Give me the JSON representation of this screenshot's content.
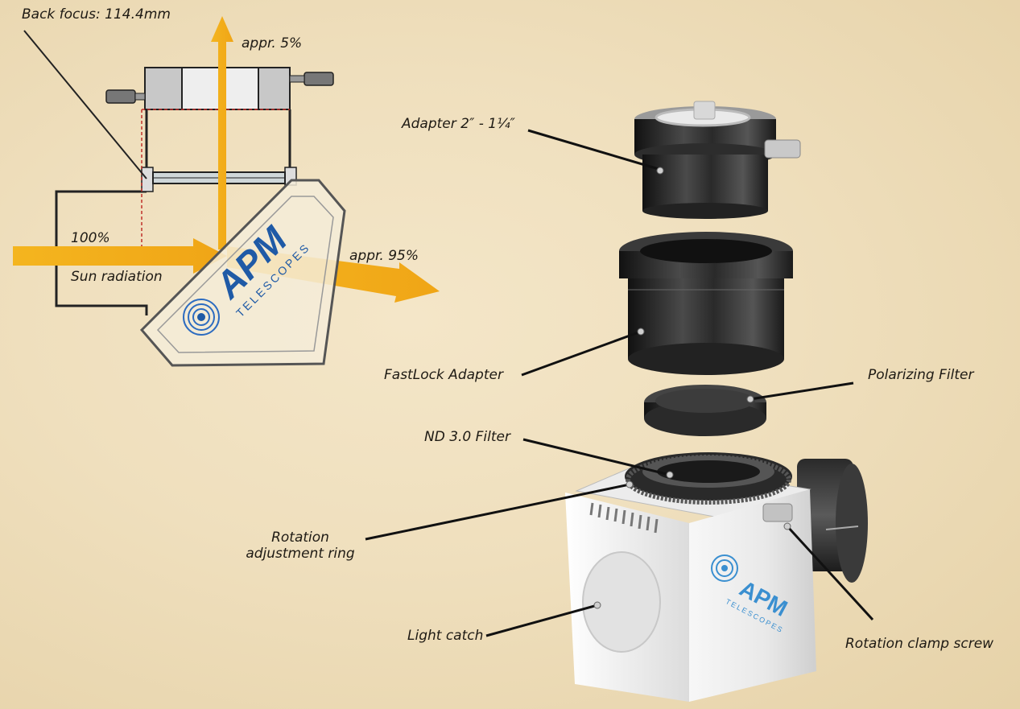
{
  "diagram": {
    "back_focus": "Back focus: 114.4mm",
    "reflected_pct": "appr. 5%",
    "transmitted_pct": "appr. 95%",
    "incoming_pct": "100%",
    "sun_radiation": "Sun radiation",
    "brand_name": "APM",
    "brand_sub": "TELESCOPES"
  },
  "callouts": {
    "adapter": "Adapter 2″ - 1¼″",
    "fastlock": "FastLock Adapter",
    "polarizing": "Polarizing Filter",
    "nd_filter": "ND 3.0 Filter",
    "rotation_ring_line1": "Rotation",
    "rotation_ring_line2": "adjustment ring",
    "light_catch": "Light catch",
    "clamp_screw": "Rotation clamp screw"
  },
  "colors": {
    "beam": "#f2ae1c",
    "brand_blue": "#1f5aa6",
    "outline": "#2a2a2a"
  }
}
